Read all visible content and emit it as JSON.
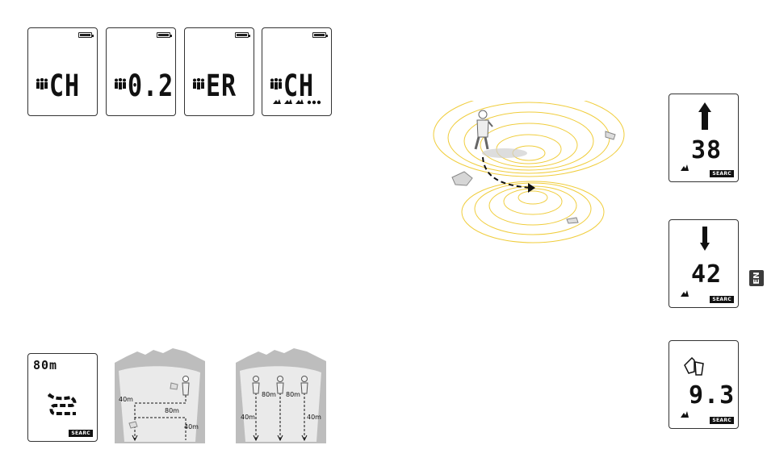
{
  "top_screens": [
    {
      "text": "CH",
      "name": "display-ch"
    },
    {
      "text": "0.2",
      "name": "display-0-2"
    },
    {
      "text": "ER",
      "name": "display-er"
    },
    {
      "text": "CH",
      "name": "display-ch-multi"
    }
  ],
  "direction_screens": [
    {
      "number": "38",
      "badge": "SEARC"
    },
    {
      "number": "42",
      "badge": "SEARC"
    },
    {
      "number": "9.3",
      "badge": "SEARC"
    }
  ],
  "strip_screen": {
    "range": "80m",
    "badge": "SEARC"
  },
  "strip_labels": {
    "single_left": "40m",
    "single_mid": "80m",
    "single_right": "40m",
    "multi_a": "80m",
    "multi_b": "80m",
    "multi_left": "40m",
    "multi_right": "40m"
  },
  "page_tab": {
    "label": "EN"
  }
}
